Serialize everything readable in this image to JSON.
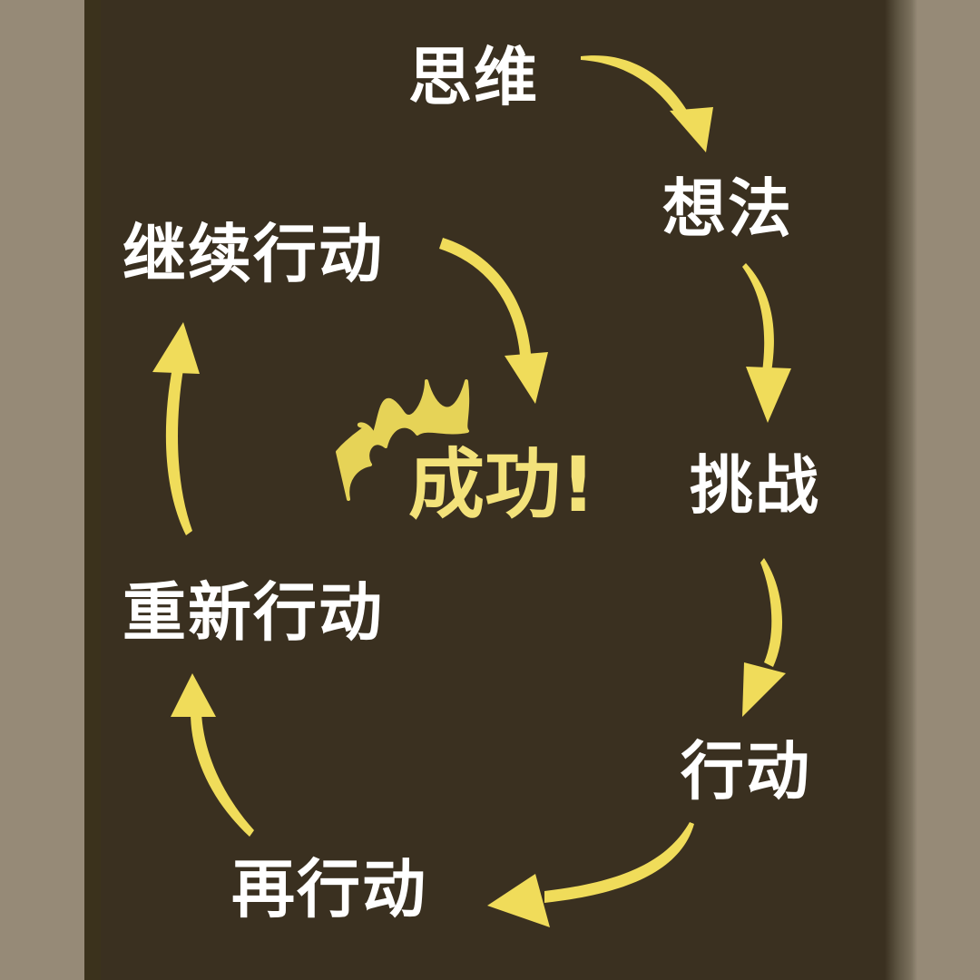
{
  "diagram": {
    "type": "cycle",
    "colors": {
      "background": "#3a3020",
      "frame": "#968a77",
      "arrow": "#f0dc5a",
      "label_text": "#ffffff",
      "center_text": "#f3e27a"
    },
    "nodes": [
      {
        "id": "thinking",
        "label": "思维"
      },
      {
        "id": "idea",
        "label": "想法"
      },
      {
        "id": "challenge",
        "label": "挑战"
      },
      {
        "id": "action",
        "label": "行动"
      },
      {
        "id": "act-again",
        "label": "再行动"
      },
      {
        "id": "restart-action",
        "label": "重新行动"
      },
      {
        "id": "continue-action",
        "label": "继续行动"
      }
    ],
    "center": {
      "label": "成功!"
    },
    "edges": [
      {
        "from": "思维",
        "to": "想法"
      },
      {
        "from": "想法",
        "to": "挑战"
      },
      {
        "from": "挑战",
        "to": "行动"
      },
      {
        "from": "行动",
        "to": "再行动"
      },
      {
        "from": "再行动",
        "to": "重新行动"
      },
      {
        "from": "重新行动",
        "to": "继续行动"
      },
      {
        "from": "继续行动",
        "to": "成功!"
      }
    ]
  }
}
